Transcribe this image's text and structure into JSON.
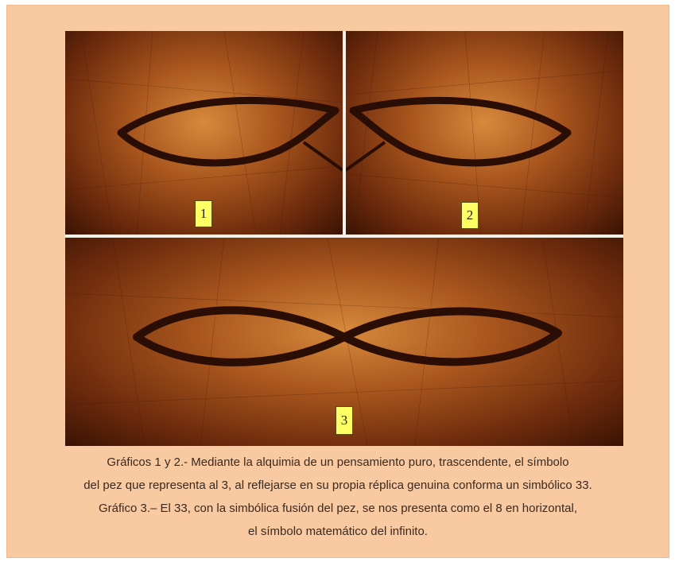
{
  "figure": {
    "panels": [
      {
        "id": "1",
        "label": "1"
      },
      {
        "id": "2",
        "label": "2"
      },
      {
        "id": "3",
        "label": "3"
      }
    ],
    "caption": [
      "Gráficos 1 y 2.- Mediante la alquimia de un pensamiento puro, trascendente, el símbolo",
      "del pez que representa al 3, al reflejarse en su propia réplica genuina conforma un simbólico 33.",
      "Gráfico 3.– El 33, con la simbólica fusión del pez, se nos presenta como el 8 en horizontal,",
      "el símbolo matemático del infinito."
    ],
    "colors": {
      "page_background": "#f9c9a1",
      "badge": "#ffff66",
      "stroke": "#2a0d04"
    },
    "icons": [
      "fish-symbol",
      "infinity-symbol"
    ]
  }
}
